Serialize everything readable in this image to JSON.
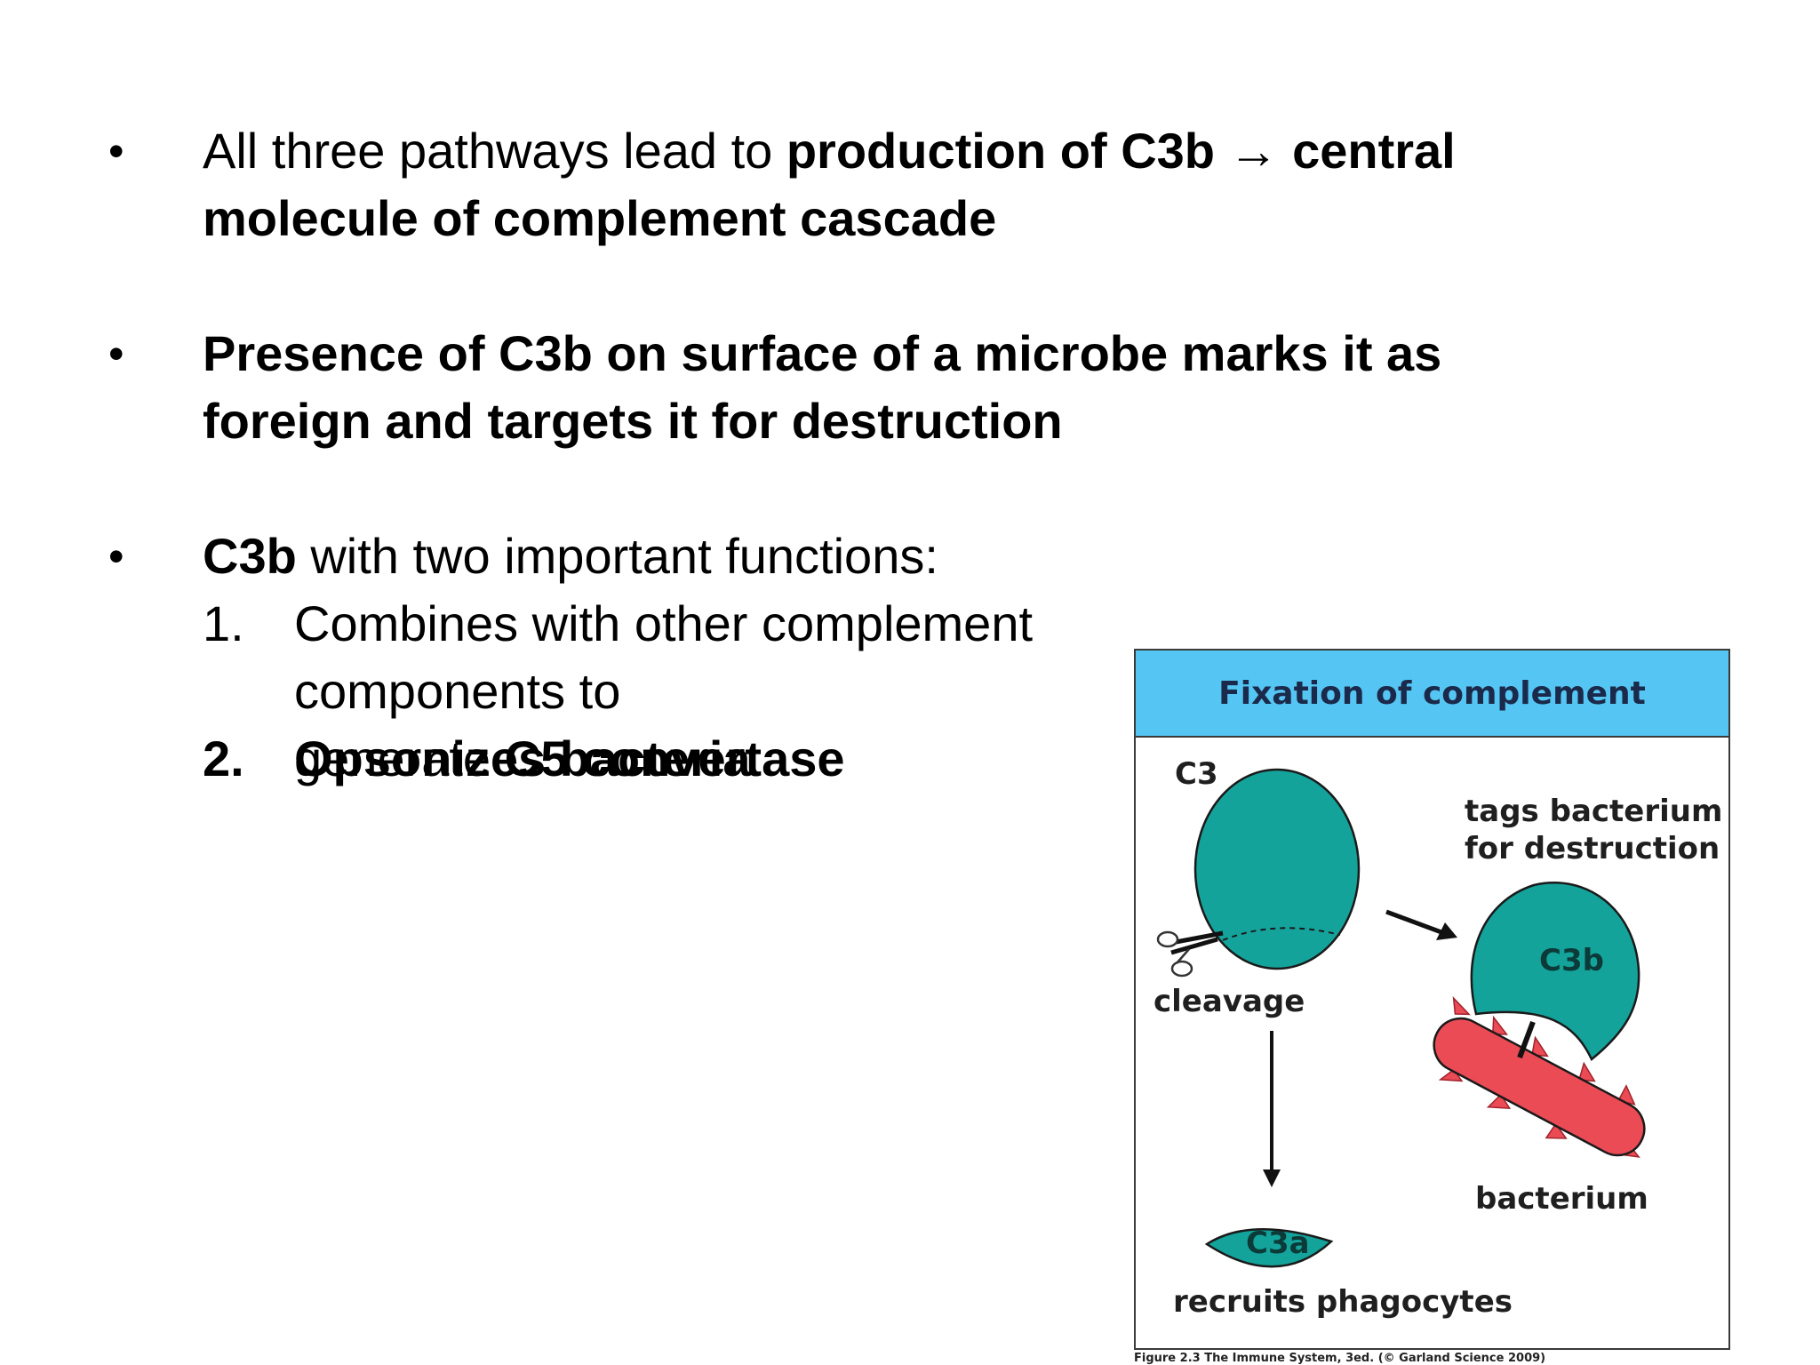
{
  "bullets": [
    {
      "marker": "•",
      "line1_plain": "All three pathways lead to ",
      "line1_bold": "production of C3b → central",
      "line2_bold": "molecule of complement cascade"
    },
    {
      "marker": "•",
      "line1_bold": "Presence of C3b on surface of a microbe marks it as",
      "line2_bold": "foreign and targets it for destruction"
    },
    {
      "marker": "•",
      "bold_lead": "C3b",
      "plain_rest": " with two important functions:"
    }
  ],
  "functions": [
    {
      "number": "1.",
      "line1": "Combines with other complement components to",
      "line2_plain": "generate ",
      "line2_bold": "C5 convertase"
    },
    {
      "number": "2.",
      "text_bold": "Opsonizes bacteria"
    }
  ],
  "figure": {
    "title": "Fixation of complement",
    "labels": {
      "c3": "C3",
      "tags_line1": "tags bacterium",
      "tags_line2": "for destruction",
      "c3b": "C3b",
      "cleavage": "cleavage",
      "bacterium": "bacterium",
      "c3a": "C3a",
      "recruits": "recruits phagocytes"
    },
    "colors": {
      "header_bg": "#55c6f3",
      "protein_teal": "#14a39b",
      "bacterium_red": "#ea4b55",
      "outline": "#1a1a1a"
    },
    "icons": [
      "scissors-icon",
      "arrow-right-icon",
      "arrow-down-icon"
    ],
    "caption": "Figure 2.3 The Immune System, 3ed. (© Garland Science 2009)"
  }
}
